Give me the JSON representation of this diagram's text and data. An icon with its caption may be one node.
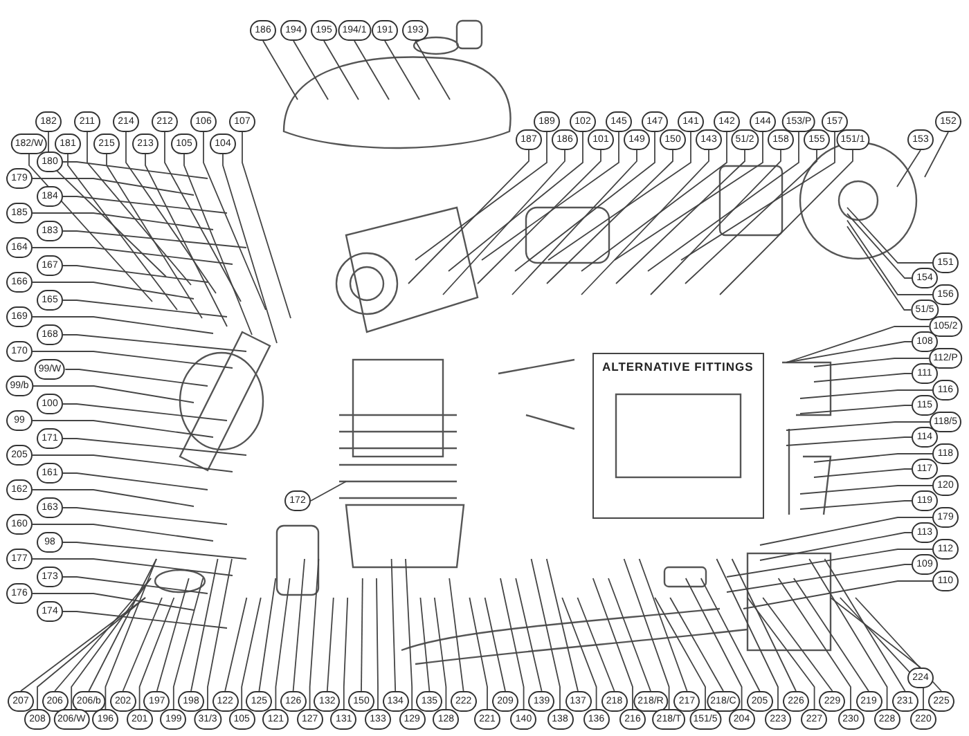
{
  "diagram": {
    "nodes": [
      {
        "text": [
          "186"
        ]
      },
      {
        "text": [
          "194"
        ]
      },
      {
        "text": [
          "195"
        ]
      },
      {
        "text": [
          "194/1"
        ]
      },
      {
        "text": [
          "191"
        ]
      },
      {
        "text": [
          "193"
        ]
      },
      {
        "text": [
          "182"
        ]
      },
      {
        "text": [
          "211"
        ]
      },
      {
        "text": [
          "214"
        ]
      },
      {
        "text": [
          "212"
        ]
      },
      {
        "text": [
          "106"
        ]
      },
      {
        "text": [
          "107"
        ]
      },
      {
        "text": [
          "182/W"
        ]
      },
      {
        "text": [
          "181"
        ]
      },
      {
        "text": [
          "215"
        ]
      },
      {
        "text": [
          "213"
        ]
      },
      {
        "text": [
          "105"
        ]
      },
      {
        "text": [
          "104"
        ]
      },
      {
        "text": [
          "189"
        ]
      },
      {
        "text": [
          "102"
        ]
      },
      {
        "text": [
          "145"
        ]
      },
      {
        "text": [
          "147"
        ]
      },
      {
        "text": [
          "141"
        ]
      },
      {
        "text": [
          "142"
        ]
      },
      {
        "text": [
          "144"
        ]
      },
      {
        "text": [
          "153/P"
        ]
      },
      {
        "text": [
          "157"
        ]
      },
      {
        "text": [
          "187"
        ]
      },
      {
        "text": [
          "186"
        ]
      },
      {
        "text": [
          "101"
        ]
      },
      {
        "text": [
          "149"
        ]
      },
      {
        "text": [
          "150"
        ]
      },
      {
        "text": [
          "143"
        ]
      },
      {
        "text": [
          "51/2"
        ]
      },
      {
        "text": [
          "158"
        ]
      },
      {
        "text": [
          "155"
        ]
      },
      {
        "text": [
          "151/1"
        ]
      },
      {
        "text": [
          "152"
        ]
      },
      {
        "text": [
          "153"
        ]
      },
      {
        "text": [
          "180"
        ]
      },
      {
        "text": [
          "184"
        ]
      },
      {
        "text": [
          "183"
        ]
      },
      {
        "text": [
          "167"
        ]
      },
      {
        "text": [
          "165"
        ]
      },
      {
        "text": [
          "168"
        ]
      },
      {
        "text": [
          "99/W"
        ]
      },
      {
        "text": [
          "100"
        ]
      },
      {
        "text": [
          "171"
        ]
      },
      {
        "text": [
          "161"
        ]
      },
      {
        "text": [
          "163"
        ]
      },
      {
        "text": [
          "98"
        ]
      },
      {
        "text": [
          "173"
        ]
      },
      {
        "text": [
          "174"
        ]
      },
      {
        "text": [
          "179"
        ]
      },
      {
        "text": [
          "185"
        ]
      },
      {
        "text": [
          "164"
        ]
      },
      {
        "text": [
          "166"
        ]
      },
      {
        "text": [
          "169"
        ]
      },
      {
        "text": [
          "170"
        ]
      },
      {
        "text": [
          "99/b"
        ]
      },
      {
        "text": [
          "99"
        ]
      },
      {
        "text": [
          "205"
        ]
      },
      {
        "text": [
          "162"
        ]
      },
      {
        "text": [
          "160"
        ]
      },
      {
        "text": [
          "177"
        ]
      },
      {
        "text": [
          "176"
        ]
      },
      {
        "text": [
          "172"
        ]
      },
      {
        "text": [
          "ALTERNATIVE FITTINGS"
        ]
      },
      {
        "text": [
          "151"
        ]
      },
      {
        "text": [
          "156"
        ]
      },
      {
        "text": [
          "105/2"
        ]
      },
      {
        "text": [
          "112/P"
        ]
      },
      {
        "text": [
          "116"
        ]
      },
      {
        "text": [
          "118/5"
        ]
      },
      {
        "text": [
          "118"
        ]
      },
      {
        "text": [
          "120"
        ]
      },
      {
        "text": [
          "179"
        ]
      },
      {
        "text": [
          "112"
        ]
      },
      {
        "text": [
          "110"
        ]
      },
      {
        "text": [
          "154"
        ]
      },
      {
        "text": [
          "51/5"
        ]
      },
      {
        "text": [
          "108"
        ]
      },
      {
        "text": [
          "111"
        ]
      },
      {
        "text": [
          "115"
        ]
      },
      {
        "text": [
          "114"
        ]
      },
      {
        "text": [
          "117"
        ]
      },
      {
        "text": [
          "119"
        ]
      },
      {
        "text": [
          "113"
        ]
      },
      {
        "text": [
          "109"
        ]
      },
      {
        "text": [
          "207"
        ]
      },
      {
        "text": [
          "206"
        ]
      },
      {
        "text": [
          "206/b"
        ]
      },
      {
        "text": [
          "202"
        ]
      },
      {
        "text": [
          "197"
        ]
      },
      {
        "text": [
          "198"
        ]
      },
      {
        "text": [
          "122"
        ]
      },
      {
        "text": [
          "125"
        ]
      },
      {
        "text": [
          "126"
        ]
      },
      {
        "text": [
          "132"
        ]
      },
      {
        "text": [
          "150"
        ]
      },
      {
        "text": [
          "134"
        ]
      },
      {
        "text": [
          "135"
        ]
      },
      {
        "text": [
          "222"
        ]
      },
      {
        "text": [
          "209"
        ]
      },
      {
        "text": [
          "139"
        ]
      },
      {
        "text": [
          "137"
        ]
      },
      {
        "text": [
          "218"
        ]
      },
      {
        "text": [
          "218/R"
        ]
      },
      {
        "text": [
          "217"
        ]
      },
      {
        "text": [
          "218/C"
        ]
      },
      {
        "text": [
          "205"
        ]
      },
      {
        "text": [
          "226"
        ]
      },
      {
        "text": [
          "229"
        ]
      },
      {
        "text": [
          "219"
        ]
      },
      {
        "text": [
          "231"
        ]
      },
      {
        "text": [
          "225"
        ]
      },
      {
        "text": [
          "224"
        ]
      },
      {
        "text": [
          "208"
        ]
      },
      {
        "text": [
          "206/W"
        ]
      },
      {
        "text": [
          "196"
        ]
      },
      {
        "text": [
          "201"
        ]
      },
      {
        "text": [
          "199"
        ]
      },
      {
        "text": [
          "31/3"
        ]
      },
      {
        "text": [
          "105"
        ]
      },
      {
        "text": [
          "121"
        ]
      },
      {
        "text": [
          "127"
        ]
      },
      {
        "text": [
          "131"
        ]
      },
      {
        "text": [
          "133"
        ]
      },
      {
        "text": [
          "129"
        ]
      },
      {
        "text": [
          "128"
        ]
      },
      {
        "text": [
          "221"
        ]
      },
      {
        "text": [
          "140"
        ]
      },
      {
        "text": [
          "138"
        ]
      },
      {
        "text": [
          "136"
        ]
      },
      {
        "text": [
          "216"
        ]
      },
      {
        "text": [
          "218/T"
        ]
      },
      {
        "text": [
          "151/5"
        ]
      },
      {
        "text": [
          "204"
        ]
      },
      {
        "text": [
          "223"
        ]
      },
      {
        "text": [
          "227"
        ]
      },
      {
        "text": [
          "230"
        ]
      },
      {
        "text": [
          "228"
        ]
      },
      {
        "text": [
          "220"
        ]
      }
    ],
    "edges": [
      {
        "from": 0,
        "to": null,
        "arrow": "none"
      },
      {
        "from": 1,
        "to": null,
        "arrow": "none"
      },
      {
        "from": 2,
        "to": null,
        "arrow": "none"
      },
      {
        "from": 3,
        "to": null,
        "arrow": "none"
      },
      {
        "from": 4,
        "to": null,
        "arrow": "none"
      },
      {
        "from": 5,
        "to": null,
        "arrow": "none"
      },
      {
        "from": 6,
        "to": null,
        "arrow": "none"
      },
      {
        "from": 7,
        "to": null,
        "arrow": "none"
      },
      {
        "from": 8,
        "to": null,
        "arrow": "none"
      },
      {
        "from": 9,
        "to": null,
        "arrow": "none"
      },
      {
        "from": 10,
        "to": null,
        "arrow": "none"
      },
      {
        "from": 11,
        "to": null,
        "arrow": "none"
      },
      {
        "from": 12,
        "to": null,
        "arrow": "none"
      },
      {
        "from": 13,
        "to": null,
        "arrow": "none"
      },
      {
        "from": 14,
        "to": null,
        "arrow": "none"
      },
      {
        "from": 15,
        "to": null,
        "arrow": "none"
      },
      {
        "from": 16,
        "to": null,
        "arrow": "none"
      },
      {
        "from": 17,
        "to": null,
        "arrow": "none"
      },
      {
        "from": 18,
        "to": null,
        "arrow": "none"
      },
      {
        "from": 19,
        "to": null,
        "arrow": "none"
      },
      {
        "from": 20,
        "to": null,
        "arrow": "none"
      },
      {
        "from": 21,
        "to": null,
        "arrow": "none"
      },
      {
        "from": 22,
        "to": null,
        "arrow": "none"
      },
      {
        "from": 23,
        "to": null,
        "arrow": "none"
      },
      {
        "from": 24,
        "to": null,
        "arrow": "none"
      },
      {
        "from": 25,
        "to": null,
        "arrow": "none"
      },
      {
        "from": 26,
        "to": null,
        "arrow": "none"
      },
      {
        "from": 27,
        "to": null,
        "arrow": "none"
      },
      {
        "from": 28,
        "to": null,
        "arrow": "none"
      },
      {
        "from": 29,
        "to": null,
        "arrow": "none"
      },
      {
        "from": 30,
        "to": null,
        "arrow": "none"
      },
      {
        "from": 31,
        "to": null,
        "arrow": "none"
      },
      {
        "from": 32,
        "to": null,
        "arrow": "none"
      },
      {
        "from": 33,
        "to": null,
        "arrow": "none"
      },
      {
        "from": 34,
        "to": null,
        "arrow": "none"
      },
      {
        "from": 35,
        "to": null,
        "arrow": "none"
      },
      {
        "from": 36,
        "to": null,
        "arrow": "none"
      },
      {
        "from": 37,
        "to": null,
        "arrow": "none"
      },
      {
        "from": 38,
        "to": null,
        "arrow": "none"
      },
      {
        "from": 39,
        "to": null,
        "arrow": "none"
      },
      {
        "from": 40,
        "to": null,
        "arrow": "none"
      },
      {
        "from": 41,
        "to": null,
        "arrow": "none"
      },
      {
        "from": 42,
        "to": null,
        "arrow": "none"
      },
      {
        "from": 43,
        "to": null,
        "arrow": "none"
      },
      {
        "from": 44,
        "to": null,
        "arrow": "none"
      },
      {
        "from": 45,
        "to": null,
        "arrow": "none"
      },
      {
        "from": 46,
        "to": null,
        "arrow": "none"
      },
      {
        "from": 47,
        "to": null,
        "arrow": "none"
      },
      {
        "from": 48,
        "to": null,
        "arrow": "none"
      },
      {
        "from": 49,
        "to": null,
        "arrow": "none"
      },
      {
        "from": 50,
        "to": null,
        "arrow": "none"
      },
      {
        "from": 51,
        "to": null,
        "arrow": "none"
      },
      {
        "from": 52,
        "to": null,
        "arrow": "none"
      },
      {
        "from": 53,
        "to": null,
        "arrow": "none"
      },
      {
        "from": 54,
        "to": null,
        "arrow": "none"
      },
      {
        "from": 55,
        "to": null,
        "arrow": "none"
      },
      {
        "from": 56,
        "to": null,
        "arrow": "none"
      },
      {
        "from": 57,
        "to": null,
        "arrow": "none"
      },
      {
        "from": 58,
        "to": null,
        "arrow": "none"
      },
      {
        "from": 59,
        "to": null,
        "arrow": "none"
      },
      {
        "from": 60,
        "to": null,
        "arrow": "none"
      },
      {
        "from": 61,
        "to": null,
        "arrow": "none"
      },
      {
        "from": 62,
        "to": null,
        "arrow": "none"
      },
      {
        "from": 63,
        "to": null,
        "arrow": "none"
      },
      {
        "from": 64,
        "to": null,
        "arrow": "none"
      },
      {
        "from": 65,
        "to": null,
        "arrow": "none"
      },
      {
        "from": 66,
        "to": null,
        "arrow": "none"
      },
      {
        "from": 68,
        "to": null,
        "arrow": "none"
      },
      {
        "from": 69,
        "to": null,
        "arrow": "none"
      },
      {
        "from": 70,
        "to": null,
        "arrow": "none"
      },
      {
        "from": 71,
        "to": null,
        "arrow": "none"
      },
      {
        "from": 72,
        "to": null,
        "arrow": "none"
      },
      {
        "from": 73,
        "to": null,
        "arrow": "none"
      },
      {
        "from": 74,
        "to": null,
        "arrow": "none"
      },
      {
        "from": 75,
        "to": null,
        "arrow": "none"
      },
      {
        "from": 76,
        "to": null,
        "arrow": "none"
      },
      {
        "from": 77,
        "to": null,
        "arrow": "none"
      },
      {
        "from": 78,
        "to": null,
        "arrow": "none"
      },
      {
        "from": 79,
        "to": null,
        "arrow": "none"
      },
      {
        "from": 80,
        "to": null,
        "arrow": "none"
      },
      {
        "from": 81,
        "to": null,
        "arrow": "none"
      },
      {
        "from": 82,
        "to": null,
        "arrow": "none"
      },
      {
        "from": 83,
        "to": null,
        "arrow": "none"
      },
      {
        "from": 84,
        "to": null,
        "arrow": "none"
      },
      {
        "from": 85,
        "to": null,
        "arrow": "none"
      },
      {
        "from": 86,
        "to": null,
        "arrow": "none"
      },
      {
        "from": 87,
        "to": null,
        "arrow": "none"
      },
      {
        "from": 88,
        "to": null,
        "arrow": "none"
      },
      {
        "from": 89,
        "to": null,
        "arrow": "none"
      },
      {
        "from": 90,
        "to": null,
        "arrow": "none"
      },
      {
        "from": 91,
        "to": null,
        "arrow": "none"
      },
      {
        "from": 92,
        "to": null,
        "arrow": "none"
      },
      {
        "from": 93,
        "to": null,
        "arrow": "none"
      },
      {
        "from": 94,
        "to": null,
        "arrow": "none"
      },
      {
        "from": 95,
        "to": null,
        "arrow": "none"
      },
      {
        "from": 96,
        "to": null,
        "arrow": "none"
      },
      {
        "from": 97,
        "to": null,
        "arrow": "none"
      },
      {
        "from": 98,
        "to": null,
        "arrow": "none"
      },
      {
        "from": 99,
        "to": null,
        "arrow": "none"
      },
      {
        "from": 100,
        "to": null,
        "arrow": "none"
      },
      {
        "from": 101,
        "to": null,
        "arrow": "none"
      },
      {
        "from": 102,
        "to": null,
        "arrow": "none"
      },
      {
        "from": 103,
        "to": null,
        "arrow": "none"
      },
      {
        "from": 104,
        "to": null,
        "arrow": "none"
      },
      {
        "from": 105,
        "to": null,
        "arrow": "none"
      },
      {
        "from": 106,
        "to": null,
        "arrow": "none"
      },
      {
        "from": 107,
        "to": null,
        "arrow": "none"
      },
      {
        "from": 108,
        "to": null,
        "arrow": "none"
      },
      {
        "from": 109,
        "to": null,
        "arrow": "none"
      },
      {
        "from": 110,
        "to": null,
        "arrow": "none"
      },
      {
        "from": 111,
        "to": null,
        "arrow": "none"
      },
      {
        "from": 112,
        "to": null,
        "arrow": "none"
      },
      {
        "from": 113,
        "to": null,
        "arrow": "none"
      },
      {
        "from": 114,
        "to": null,
        "arrow": "none"
      },
      {
        "from": 115,
        "to": null,
        "arrow": "none"
      },
      {
        "from": 116,
        "to": null,
        "arrow": "none"
      },
      {
        "from": 117,
        "to": null,
        "arrow": "none"
      },
      {
        "from": 118,
        "to": null,
        "arrow": "none"
      },
      {
        "from": 119,
        "to": null,
        "arrow": "none"
      },
      {
        "from": 120,
        "to": null,
        "arrow": "none"
      },
      {
        "from": 121,
        "to": null,
        "arrow": "none"
      },
      {
        "from": 122,
        "to": null,
        "arrow": "none"
      },
      {
        "from": 123,
        "to": null,
        "arrow": "none"
      },
      {
        "from": 124,
        "to": null,
        "arrow": "none"
      },
      {
        "from": 125,
        "to": null,
        "arrow": "none"
      },
      {
        "from": 126,
        "to": null,
        "arrow": "none"
      },
      {
        "from": 127,
        "to": null,
        "arrow": "none"
      },
      {
        "from": 128,
        "to": null,
        "arrow": "none"
      },
      {
        "from": 129,
        "to": null,
        "arrow": "none"
      },
      {
        "from": 130,
        "to": null,
        "arrow": "none"
      },
      {
        "from": 131,
        "to": null,
        "arrow": "none"
      },
      {
        "from": 132,
        "to": null,
        "arrow": "none"
      },
      {
        "from": 133,
        "to": null,
        "arrow": "none"
      },
      {
        "from": 134,
        "to": null,
        "arrow": "none"
      },
      {
        "from": 135,
        "to": null,
        "arrow": "none"
      },
      {
        "from": 136,
        "to": null,
        "arrow": "none"
      },
      {
        "from": 137,
        "to": null,
        "arrow": "none"
      },
      {
        "from": 138,
        "to": null,
        "arrow": "none"
      },
      {
        "from": 139,
        "to": null,
        "arrow": "none"
      },
      {
        "from": 140,
        "to": null,
        "arrow": "none"
      },
      {
        "from": 141,
        "to": null,
        "arrow": "none"
      },
      {
        "from": 142,
        "to": null,
        "arrow": "none"
      }
    ]
  }
}
